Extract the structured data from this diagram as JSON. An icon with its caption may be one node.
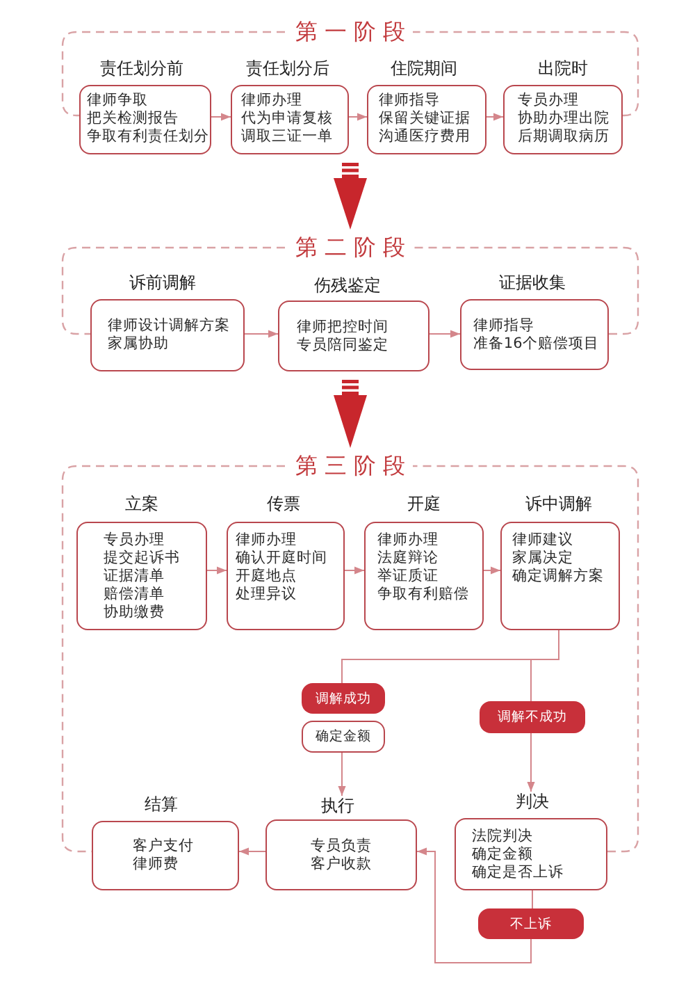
{
  "diagram": {
    "nodes": [
      {
        "text": [
          "第一阶段"
        ]
      },
      {
        "text": [
          "责任划分前",
          "律师争取",
          "把关检测报告",
          "争取有利责任划分"
        ],
        "in": 0
      },
      {
        "text": [
          "责任划分后",
          "律师办理",
          "代为申请复核",
          "调取三证一单"
        ],
        "in": 0
      },
      {
        "text": [
          "住院期间",
          "律师指导",
          "保留关键证据",
          "沟通医疗费用"
        ],
        "in": 0
      },
      {
        "text": [
          "出院时",
          "专员办理",
          "协助办理出院",
          "后期调取病历"
        ],
        "in": 0
      },
      {
        "text": [
          "第二阶段"
        ]
      },
      {
        "text": [
          "诉前调解",
          "律师设计调解方案",
          "家属协助"
        ],
        "in": 5
      },
      {
        "text": [
          "伤残鉴定",
          "律师把控时间",
          "专员陪同鉴定"
        ],
        "in": 5
      },
      {
        "text": [
          "证据收集",
          "律师指导",
          "准备16个赔偿项目"
        ],
        "in": 5
      },
      {
        "text": [
          "第三阶段"
        ]
      },
      {
        "text": [
          "立案",
          "专员办理",
          "提交起诉书",
          "证据清单",
          "赔偿清单",
          "协助缴费"
        ],
        "in": 9
      },
      {
        "text": [
          "传票",
          "律师办理",
          "确认开庭时间",
          "开庭地点",
          "处理异议"
        ],
        "in": 9
      },
      {
        "text": [
          "开庭",
          "律师办理",
          "法庭辩论",
          "举证质证",
          "争取有利赔偿"
        ],
        "in": 9
      },
      {
        "text": [
          "诉中调解",
          "律师建议",
          "家属决定",
          "确定调解方案"
        ],
        "in": 9
      },
      {
        "text": [
          "调解成功"
        ],
        "in": 9
      },
      {
        "text": [
          "确定金额"
        ],
        "in": 9
      },
      {
        "text": [
          "调解不成功"
        ],
        "in": 9
      },
      {
        "text": [
          "结算",
          "客户支付",
          "律师费"
        ],
        "in": 9
      },
      {
        "text": [
          "执行",
          "专员负责",
          "客户收款"
        ],
        "in": 9
      },
      {
        "text": [
          "判决",
          "法院判决",
          "确定金额",
          "确定是否上诉"
        ],
        "in": 9
      },
      {
        "text": [
          "不上诉"
        ]
      }
    ],
    "edges": [
      {
        "from": 1,
        "to": 2,
        "arrow": "to"
      },
      {
        "from": 2,
        "to": 3,
        "arrow": "to"
      },
      {
        "from": 3,
        "to": 4,
        "arrow": "to"
      },
      {
        "from": 0,
        "to": 5,
        "arrow": "to",
        "style": "thick",
        "color": "#c8262c"
      },
      {
        "from": 6,
        "to": 7,
        "arrow": "to"
      },
      {
        "from": 7,
        "to": 8,
        "arrow": "to"
      },
      {
        "from": 5,
        "to": 9,
        "arrow": "to",
        "style": "thick",
        "color": "#c8262c"
      },
      {
        "from": 10,
        "to": 11,
        "arrow": "to"
      },
      {
        "from": 11,
        "to": 12,
        "arrow": "to"
      },
      {
        "from": 12,
        "to": 13,
        "arrow": "to"
      },
      {
        "from": 13,
        "to": 14,
        "arrow": "none"
      },
      {
        "from": 13,
        "to": 16,
        "arrow": "none"
      },
      {
        "from": 15,
        "to": 18,
        "arrow": "to"
      },
      {
        "from": 16,
        "to": 19,
        "arrow": "to"
      },
      {
        "from": 18,
        "to": 17,
        "arrow": "to"
      },
      {
        "from": 19,
        "to": 20,
        "arrow": "none"
      },
      {
        "from": 20,
        "to": 18,
        "arrow": "to"
      }
    ]
  }
}
